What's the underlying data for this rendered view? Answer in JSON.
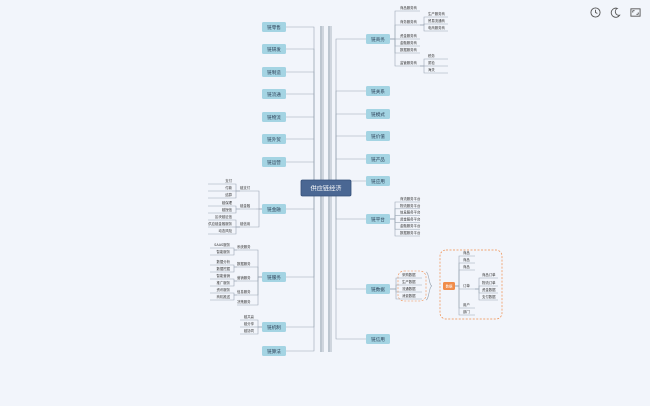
{
  "toolbar": {
    "icons": [
      "clock-icon",
      "moon-icon",
      "expand-icon"
    ]
  },
  "mindmap": {
    "center": {
      "label": "供应链经济"
    },
    "left_branches": [
      {
        "label": "链零售"
      },
      {
        "label": "链研发"
      },
      {
        "label": "链制造"
      },
      {
        "label": "链流通"
      },
      {
        "label": "链物流"
      },
      {
        "label": "链外贸"
      },
      {
        "label": "链运营"
      },
      {
        "label": "链金融",
        "groups": [
          {
            "label": "链支付",
            "items": [
              "支付",
              "付款",
              "结算"
            ]
          },
          {
            "label": "链金融",
            "items": [
              "链保理",
              "链授信"
            ]
          },
          {
            "label": "链信用",
            "items": [
              "区块链征信",
              "供应链金融服务",
              "动态风险"
            ]
          }
        ]
      },
      {
        "label": "链服务",
        "groups": [
          {
            "label": "系统服务",
            "items": [
              "SAAS服务",
              "智能服务"
            ]
          },
          {
            "label": "数据服务",
            "items": [
              "数据分析",
              "数据挖掘"
            ]
          },
          {
            "label": "营销服务",
            "items": [
              "智能营销",
              "推广服务"
            ]
          },
          {
            "label": "信息服务",
            "items": [
              "资讯服务",
              "商机推送"
            ]
          },
          {
            "label": "决策服务",
            "items": []
          }
        ]
      },
      {
        "label": "链机制",
        "items": [
          "链共赢",
          "链分享",
          "链协同"
        ]
      },
      {
        "label": "链算法"
      }
    ],
    "right_branches": [
      {
        "label": "链商务",
        "groups": [
          {
            "label": "商品服务商",
            "items": []
          },
          {
            "label": "商务服务商",
            "items": [
              "生产服务商",
              "贸易流通商",
              "电商服务商"
            ]
          },
          {
            "label": "资金服务商",
            "items": []
          },
          {
            "label": "金融服务商",
            "items": []
          },
          {
            "label": "数据服务商",
            "items": []
          },
          {
            "label": "监管服务商",
            "items": [
              "税务",
              "质检",
              "海关"
            ]
          }
        ]
      },
      {
        "label": "链关系"
      },
      {
        "label": "链模式"
      },
      {
        "label": "链价值"
      },
      {
        "label": "链产品"
      },
      {
        "label": "链应用"
      },
      {
        "label": "链平台",
        "items": [
          "商流服务平台",
          "物流服务平台",
          "信息服务平台",
          "资金服务平台",
          "金融服务平台",
          "数据服务平台"
        ]
      },
      {
        "label": "链数据",
        "items": [
          "采购数据",
          "生产数据",
          "流通数据",
          "消费数据"
        ],
        "detail": {
          "root": "数据",
          "items": [
            "商品",
            "商品",
            "商品",
            "订单",
            "用户",
            "部门"
          ],
          "sub": [
            "商品订单",
            "物流订单",
            "资金数据",
            "支付数据"
          ]
        }
      },
      {
        "label": "链信用"
      }
    ]
  },
  "colors": {
    "background": "#f2f5fb",
    "center_fill": "#4a6793",
    "branch_fill": "#a4d4e3",
    "line": "#9aa6b4",
    "accent": "#f08c4a"
  }
}
